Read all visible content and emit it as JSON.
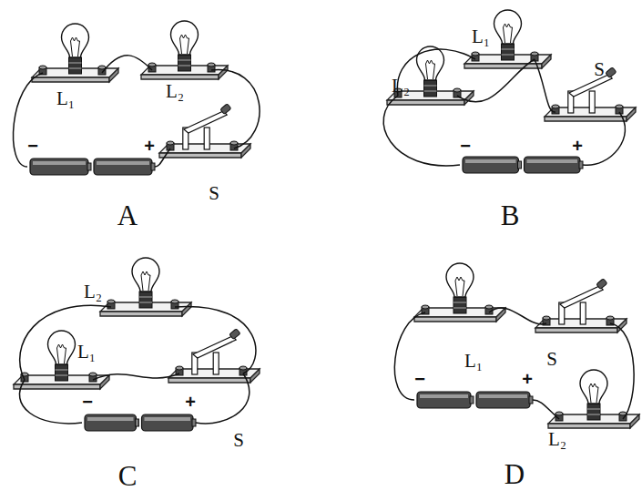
{
  "diagram": {
    "labels": [
      "L₁",
      "L₂",
      "S",
      "−",
      "+",
      "A",
      "L₁",
      "L₂",
      "S",
      "−",
      "+",
      "B",
      "L₂",
      "L₁",
      "S",
      "−",
      "+",
      "C",
      "L₁",
      "S",
      "L₂",
      "−",
      "+",
      "D"
    ]
  }
}
